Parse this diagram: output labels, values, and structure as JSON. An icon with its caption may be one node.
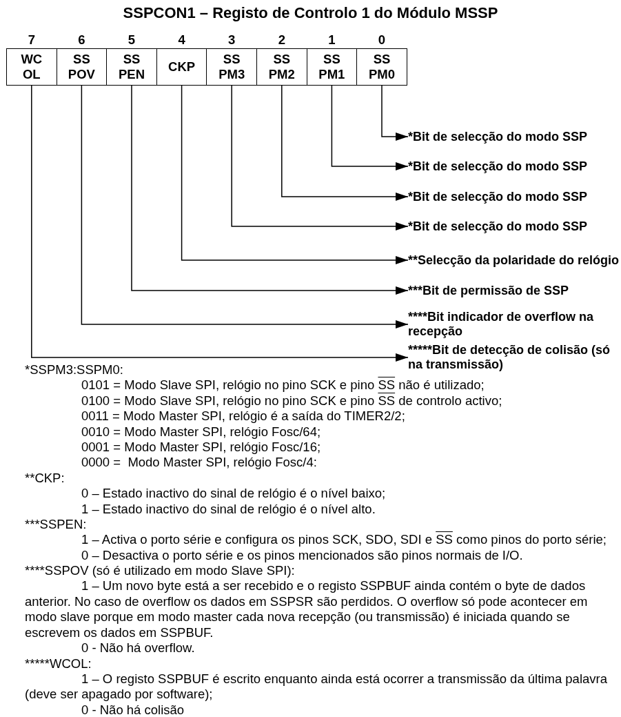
{
  "diagram": {
    "title": "SSPCON1 – Registo de Controlo 1 do Módulo MSSP",
    "nodes": [
      {
        "text": [
          "WC OL"
        ],
        "beside": [
          "7"
        ]
      },
      {
        "text": [
          "SS POV"
        ],
        "beside": [
          "6"
        ]
      },
      {
        "text": [
          "SS PEN"
        ],
        "beside": [
          "5"
        ]
      },
      {
        "text": [
          "CKP"
        ],
        "beside": [
          "4"
        ]
      },
      {
        "text": [
          "SS PM3"
        ],
        "beside": [
          "3"
        ]
      },
      {
        "text": [
          "SS PM2"
        ],
        "beside": [
          "2"
        ]
      },
      {
        "text": [
          "SS PM1"
        ],
        "beside": [
          "1"
        ]
      },
      {
        "text": [
          "SS PM0"
        ],
        "beside": [
          "0"
        ]
      },
      {
        "text": [
          "*Bit de selecção do modo SSP"
        ]
      },
      {
        "text": [
          "*Bit de selecção do modo SSP"
        ]
      },
      {
        "text": [
          "*Bit de selecção do modo SSP"
        ]
      },
      {
        "text": [
          "*Bit de selecção do modo SSP"
        ]
      },
      {
        "text": [
          "**Selecção da polaridade do relógio"
        ]
      },
      {
        "text": [
          "***Bit de permissão de SSP"
        ]
      },
      {
        "text": [
          "****Bit indicador de overflow na recepção"
        ]
      },
      {
        "text": [
          "*****Bit de detecção de colisão (só na transmissão)"
        ]
      }
    ],
    "edges": [
      {
        "from": 7,
        "to": 8,
        "arrow": "to"
      },
      {
        "from": 6,
        "to": 9,
        "arrow": "to"
      },
      {
        "from": 5,
        "to": 10,
        "arrow": "to"
      },
      {
        "from": 4,
        "to": 11,
        "arrow": "to"
      },
      {
        "from": 3,
        "to": 12,
        "arrow": "to"
      },
      {
        "from": 2,
        "to": 13,
        "arrow": "to"
      },
      {
        "from": 1,
        "to": 14,
        "arrow": "to"
      },
      {
        "from": 0,
        "to": 15,
        "arrow": "to"
      }
    ],
    "labels": [
      "*SSPM3:SSPM0:",
      "0101 = Modo Slave SPI, relógio no pino SCK e pino",
      "SS",
      "não é utilizado;",
      "0100 = Modo Slave SPI, relógio no pino SCK e pino",
      "SS",
      "de controlo activo;",
      "0011 = Modo Master SPI, relógio é a saída do TIMER2/2;",
      "0010 = Modo Master SPI, relógio Fosc/64;",
      "0001 = Modo Master SPI, relógio Fosc/16;",
      "0000 =  Modo Master SPI, relógio Fosc/4:",
      "**CKP:",
      "0 – Estado inactivo do sinal de relógio é o nível baixo;",
      "1 – Estado inactivo do sinal de relógio é o nível alto.",
      "***SSPEN:",
      "1 – Activa o porto série e configura os pinos SCK, SDO, SDI e",
      "SS",
      "como pinos do porto série;",
      "0 – Desactiva o porto série e os pinos mencionados são pinos normais de I/O.",
      "****SSPOV (só é utilizado em modo Slave SPI):",
      "1 – Um novo byte está a ser recebido e o registo SSPBUF ainda contém o byte de dados anterior. No caso de overflow os dados em SSPSR são perdidos. O overflow só pode acontecer em modo slave porque em modo master cada nova recepção (ou transmissão) é iniciada quando se escrevem os dados em SSPBUF.",
      "0 - Não há overflow.",
      "*****WCOL:",
      "1 – O registo SSPBUF é escrito enquanto ainda está ocorrer a transmissão da última palavra (deve ser apagado por software);",
      "0 - Não há colisão"
    ]
  }
}
